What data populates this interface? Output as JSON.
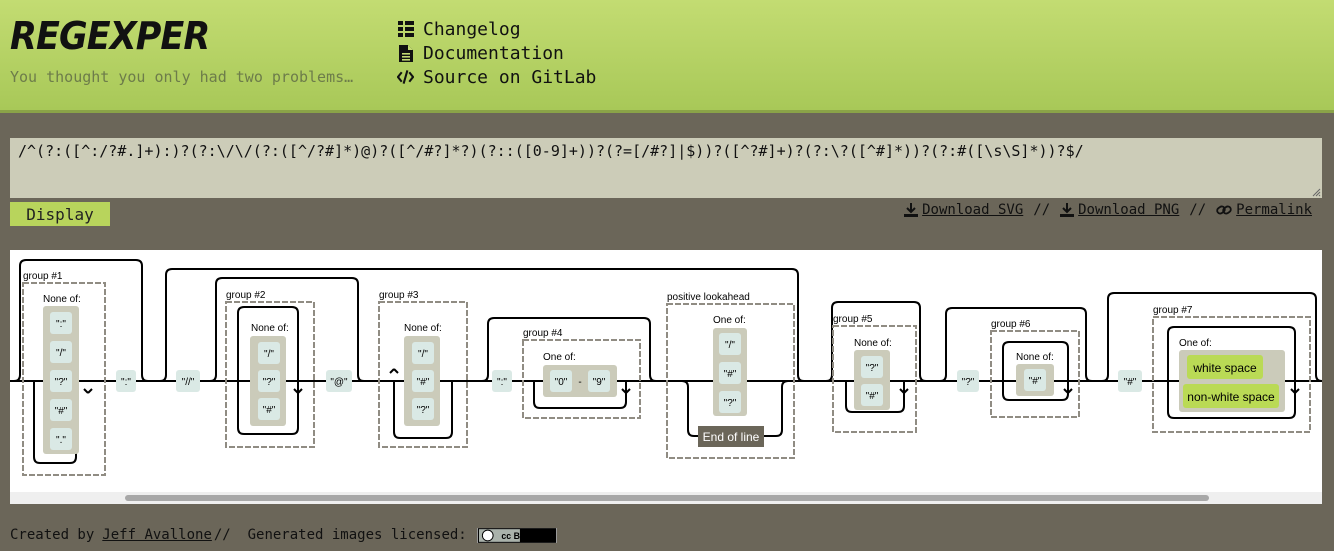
{
  "header": {
    "logo": "REGEXPER",
    "tagline": "You thought you only had two problems…",
    "nav": [
      {
        "label": "Changelog",
        "icon": "list-icon"
      },
      {
        "label": "Documentation",
        "icon": "document-icon"
      },
      {
        "label": "Source on GitLab",
        "icon": "code-icon"
      }
    ]
  },
  "regex": {
    "value": "/^(?:([^:/?#.]+):)?(?:\\/\\/(?:([^/?#]*)@)?([^/#?]*?)(?::([0-9]+))?(?=[/#?]|$))?([^?#]+)?(?:\\?([^#]*))?(?:#([\\s\\S]*))?$/"
  },
  "actions": {
    "display_label": "Display",
    "download_svg": "Download SVG",
    "download_png": "Download PNG",
    "permalink": "Permalink",
    "separator": "//"
  },
  "diagram": {
    "group1_label": "group #1",
    "group1_none_of": "None of:",
    "group1_chars": [
      "\":\"",
      "\"/\"",
      "\"?\"",
      "\"#\"",
      "\".\""
    ],
    "lit_colon": "\":\"",
    "lit_slashes": "\"//\"",
    "group2_label": "group #2",
    "group2_none_of": "None of:",
    "group2_chars": [
      "\"/\"",
      "\"?\"",
      "\"#\""
    ],
    "lit_at": "\"@\"",
    "group3_label": "group #3",
    "group3_none_of": "None of:",
    "group3_chars": [
      "\"/\"",
      "\"#\"",
      "\"?\""
    ],
    "lit_colon2": "\":\"",
    "group4_label": "group #4",
    "group4_one_of": "One of:",
    "range_from": "\"0\"",
    "range_dash": "-",
    "range_to": "\"9\"",
    "lookahead_label": "positive lookahead",
    "lookahead_one_of": "One of:",
    "lookahead_chars": [
      "\"/\"",
      "\"#\"",
      "\"?\""
    ],
    "end_of_line": "End of line",
    "group5_label": "group #5",
    "group5_none_of": "None of:",
    "group5_chars": [
      "\"?\"",
      "\"#\""
    ],
    "lit_question": "\"?\"",
    "group6_label": "group #6",
    "group6_none_of": "None of:",
    "group6_chars": [
      "\"#\""
    ],
    "lit_hash": "\"#\"",
    "group7_label": "group #7",
    "group7_one_of": "One of:",
    "white_space": "white space",
    "non_white_space": "non-white space"
  },
  "footer": {
    "created_by": "Created by",
    "author": "Jeff Avallone",
    "licensed": "//  Generated images licensed:",
    "badge": "cc BY"
  },
  "colors": {
    "header_bg": "#b5d065",
    "page_bg": "#6b6659",
    "literal_bg": "#dae9e5",
    "charset_bg": "#cbcbba",
    "anchor_bg": "#6b6659",
    "class_bg": "#bada55"
  }
}
